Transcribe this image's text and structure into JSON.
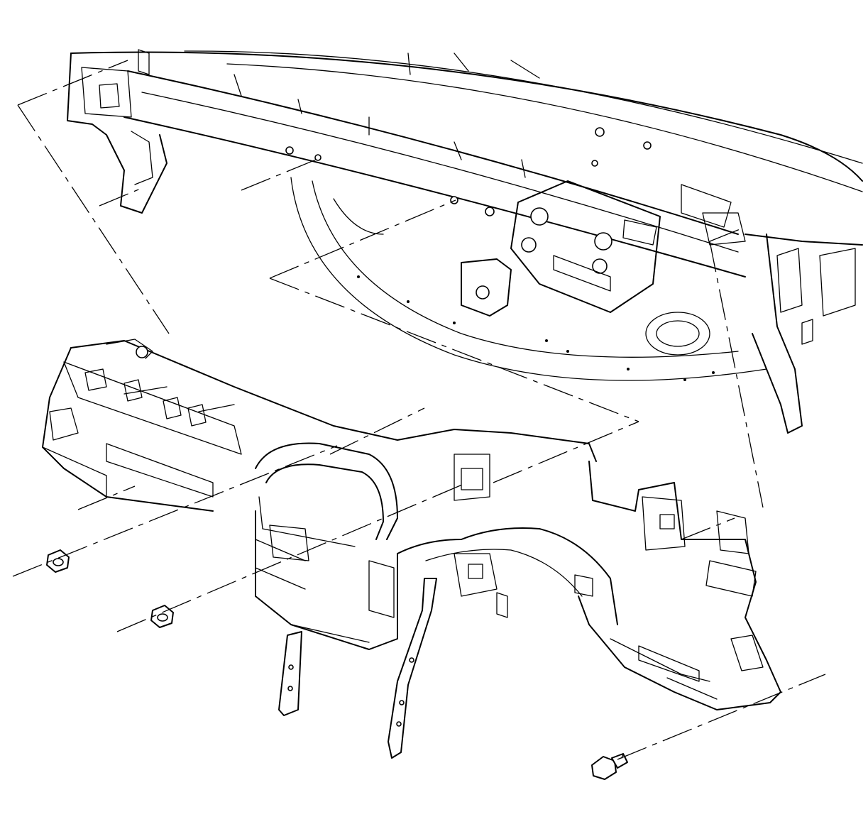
{
  "diagram": {
    "components": [
      {
        "name": "cowl-support-structure",
        "icon": "vehicle-body-panel"
      },
      {
        "name": "instrument-panel-carrier",
        "icon": "dash-frame"
      },
      {
        "name": "center-support-brackets",
        "icon": "brace"
      },
      {
        "name": "nut-left",
        "icon": "hex-nut"
      },
      {
        "name": "nut-center",
        "icon": "hex-nut"
      },
      {
        "name": "bolt-right",
        "icon": "flange-bolt"
      }
    ],
    "leader_style": "dash-dot",
    "line_color": "#000000",
    "background_color": "#ffffff"
  }
}
